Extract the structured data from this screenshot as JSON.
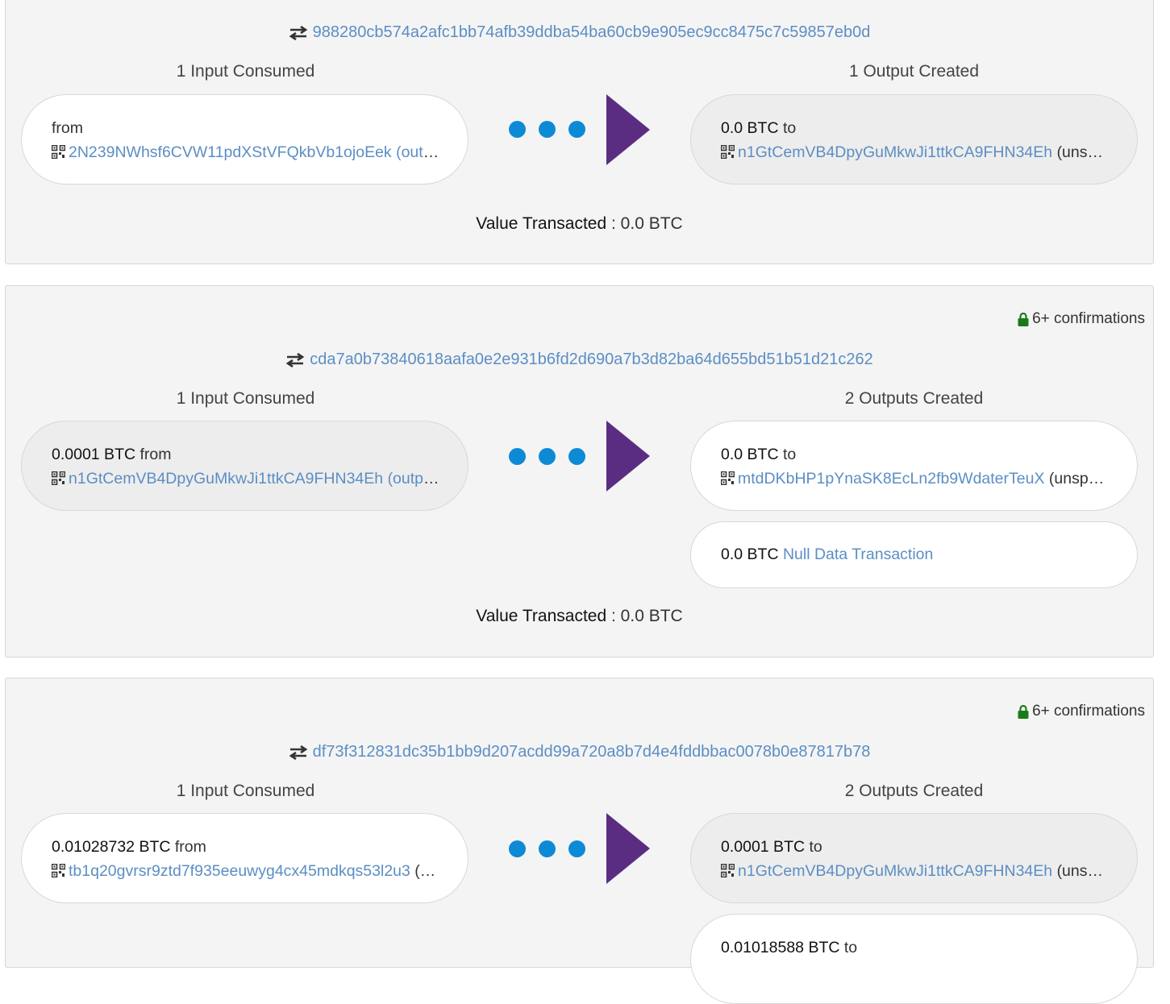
{
  "transactions": [
    {
      "confirmations": "",
      "txid": "988280cb574a2afc1bb74afb39ddba54ba60cb9e905ec9cc8475c7c59857eb0d",
      "inputs_header": "1 Input Consumed",
      "outputs_header": "1 Output Created",
      "inputs": [
        {
          "amount": "",
          "prefix": "from",
          "address": "2N239NWhsf6CVW11pdXStVFQkbVb1ojoEek",
          "status": "(output)"
        }
      ],
      "outputs": [
        {
          "amount": "0.0 BTC",
          "prefix": "to",
          "address": "n1GtCemVB4DpyGuMkwJi1ttkCA9FHN34Eh",
          "status": "(unspent)"
        }
      ],
      "value_label": "Value Transacted",
      "value": " : 0.0 BTC"
    },
    {
      "confirmations": "6+ confirmations",
      "txid": "cda7a0b73840618aafa0e2e931b6fd2d690a7b3d82ba64d655bd51b51d21c262",
      "inputs_header": "1 Input Consumed",
      "outputs_header": "2 Outputs Created",
      "inputs": [
        {
          "amount": "0.0001 BTC",
          "prefix": "from",
          "address": "n1GtCemVB4DpyGuMkwJi1ttkCA9FHN34Eh",
          "status": "(output)"
        }
      ],
      "outputs": [
        {
          "amount": "0.0 BTC",
          "prefix": "to",
          "address": "mtdDKbHP1pYnaSK8EcLn2fb9WdaterTeuX",
          "status": "(unspent)"
        },
        {
          "amount": "0.0 BTC",
          "prefix": "",
          "address": "Null Data Transaction",
          "status": ""
        }
      ],
      "value_label": "Value Transacted",
      "value": " : 0.0 BTC"
    },
    {
      "confirmations": "6+ confirmations",
      "txid": "df73f312831dc35b1bb9d207acdd99a720a8b7d4e4fddbbac0078b0e87817b78",
      "inputs_header": "1 Input Consumed",
      "outputs_header": "2 Outputs Created",
      "inputs": [
        {
          "amount": "0.01028732 BTC",
          "prefix": "from",
          "address": "tb1q20gvrsr9ztd7f935eeuwyg4cx45mdkqs53l2u3",
          "status": "(o…"
        }
      ],
      "outputs": [
        {
          "amount": "0.0001 BTC",
          "prefix": "to",
          "address": "n1GtCemVB4DpyGuMkwJi1ttkCA9FHN34Eh",
          "status": "(unspent)"
        },
        {
          "amount": "0.01018588 BTC",
          "prefix": "to",
          "address": "",
          "status": ""
        }
      ],
      "value_label": "",
      "value": ""
    }
  ],
  "icons": {
    "transfer": "transfer-arrows-icon",
    "qr": "qr-code-icon",
    "lock": "lock-icon",
    "flow": "flow-arrow-icon"
  },
  "colors": {
    "link": "#5b8ec4",
    "dot": "#0d8ad6",
    "arrow": "#5a2d82",
    "lock": "#1a7a1a",
    "panel": "#f4f4f4"
  }
}
